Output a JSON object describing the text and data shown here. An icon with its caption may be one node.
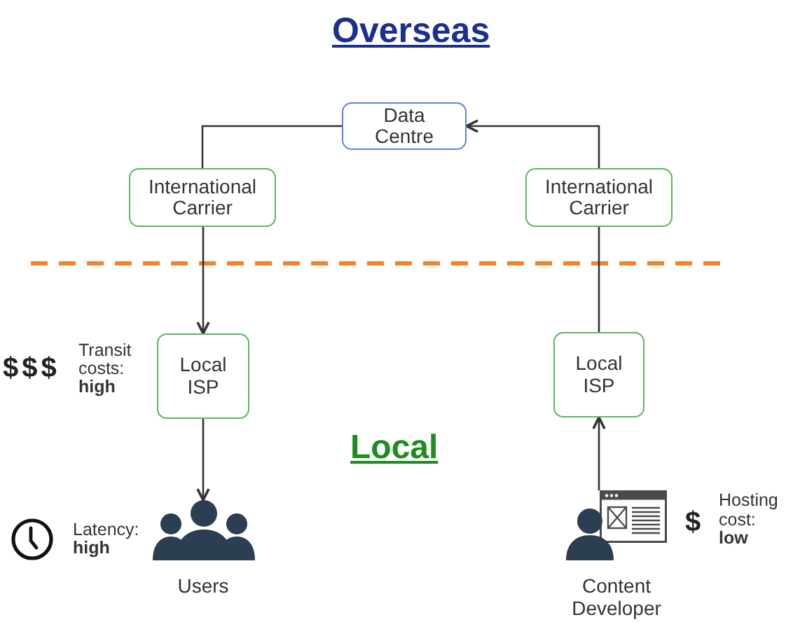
{
  "diagram": {
    "nodes": [
      {
        "text": [
          "Data Centre"
        ]
      },
      {
        "text": [
          "International Carrier"
        ]
      },
      {
        "text": [
          "International Carrier"
        ]
      },
      {
        "text": [
          "Local ISP"
        ],
        "beside": [
          "$$$",
          "Transit costs: **high**"
        ]
      },
      {
        "text": [
          "Local ISP"
        ]
      },
      {
        "text": [
          "Users"
        ],
        "beside": [
          "Latency: **high**"
        ]
      },
      {
        "text": [
          "Content Developer"
        ],
        "beside": [
          "$",
          "Hosting cost: **low**"
        ]
      }
    ],
    "edges": [
      {
        "from": 0,
        "to": 1,
        "arrow": "none"
      },
      {
        "from": 1,
        "to": 3,
        "arrow": "to"
      },
      {
        "from": 3,
        "to": 5,
        "arrow": "to"
      },
      {
        "from": 6,
        "to": 4,
        "arrow": "to"
      },
      {
        "from": 4,
        "to": 2,
        "arrow": "none"
      },
      {
        "from": 2,
        "to": 0,
        "arrow": "to"
      }
    ],
    "labels": [
      "Overseas",
      "Local"
    ]
  }
}
